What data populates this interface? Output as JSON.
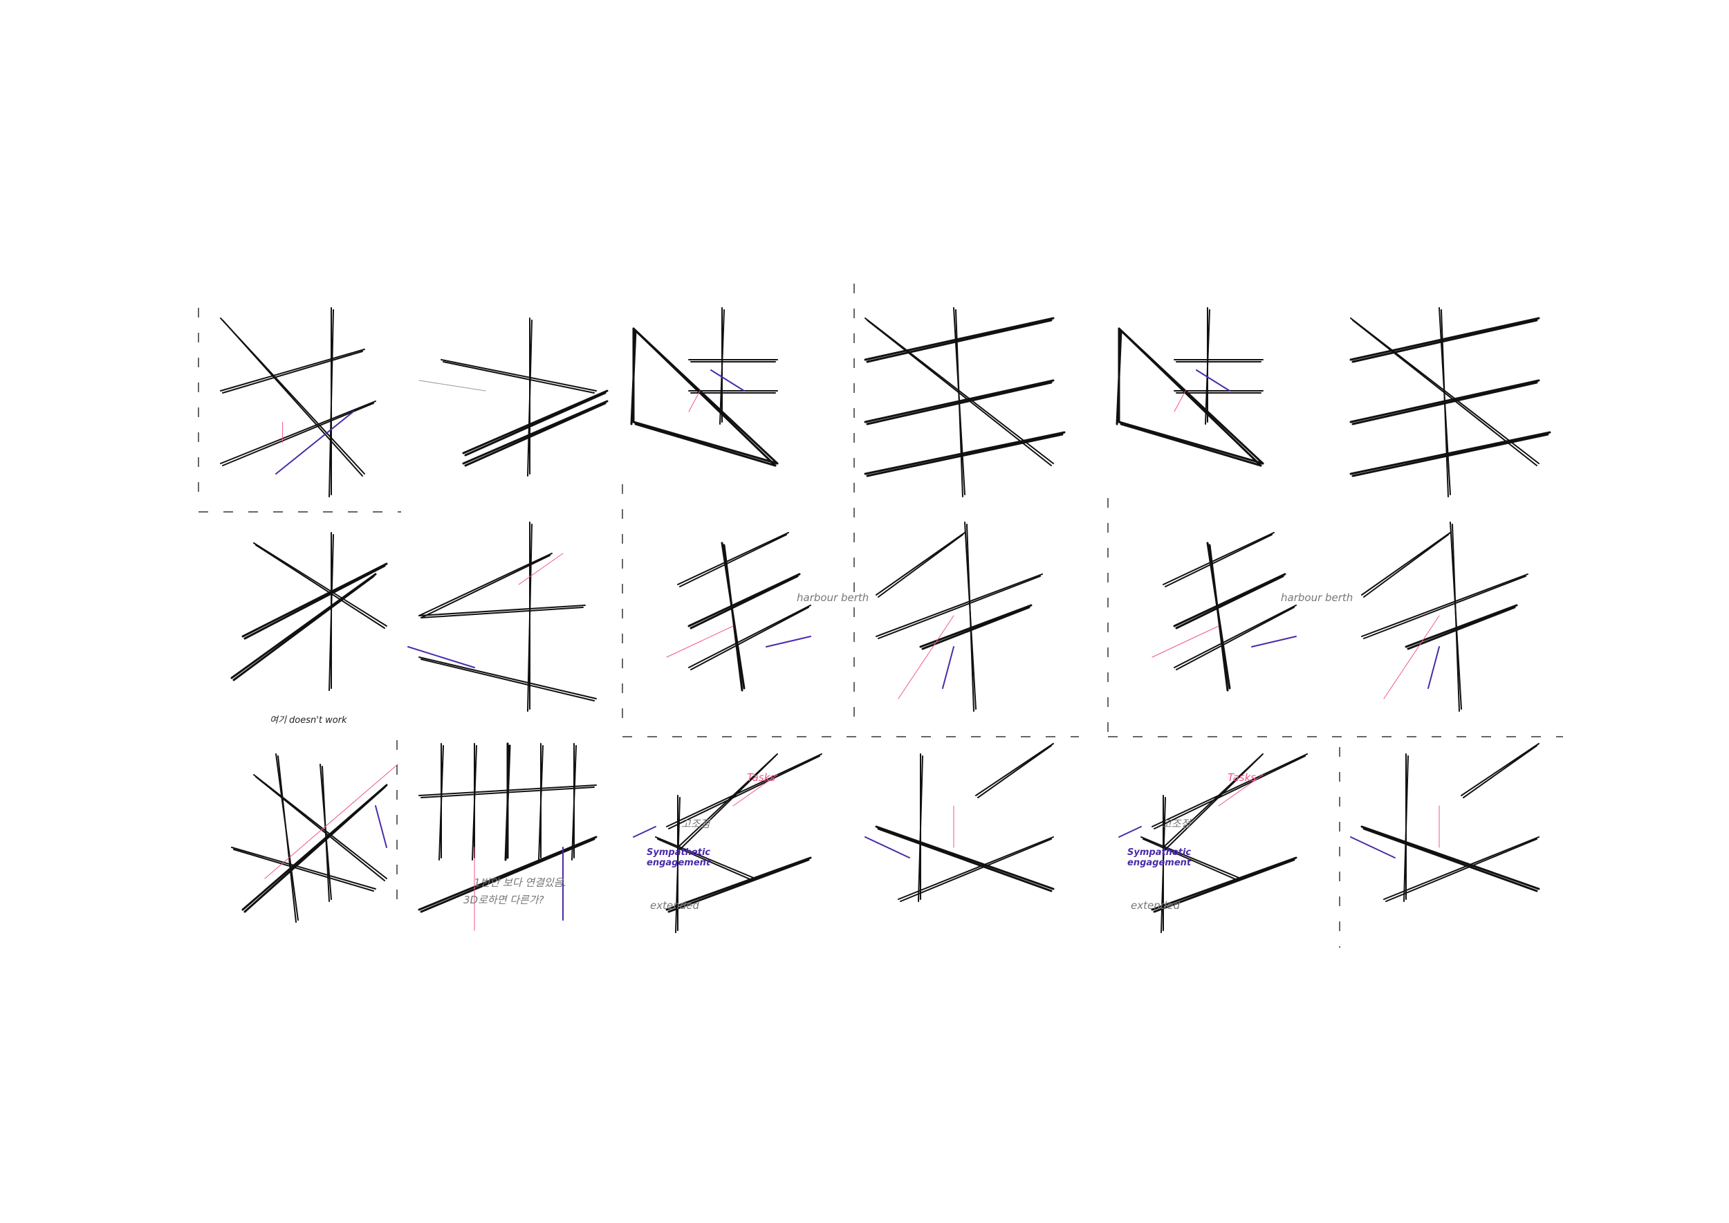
{
  "sheet": {
    "columns": 6,
    "rows": 3,
    "ink_colors": {
      "pen": "#111111",
      "pink": "#f0558a",
      "purple": "#4a2aa8",
      "pencil": "#9a9a9a"
    }
  },
  "annotations": {
    "panel_c1_r3": "여기 doesn't work",
    "panel_c2_r3_line1": "1번안 보다 연결있음.",
    "panel_c2_r3_line2": "3D로하면 다른가?",
    "panel_c3_r2": "harbour berth",
    "panel_c5_r2": "harbour berth",
    "panel_c3_r3_pink": "Tasks",
    "panel_c3_r3_gray": "extended",
    "panel_c3_r3_purple": "Sympathetic engagement",
    "panel_c3_r3_circle": "고조점",
    "panel_c5_r3_pink": "Tasks",
    "panel_c5_r3_gray": "extended",
    "panel_c5_r3_purple": "Sympathetic engagement",
    "panel_c5_r3_circle": "고조점"
  }
}
